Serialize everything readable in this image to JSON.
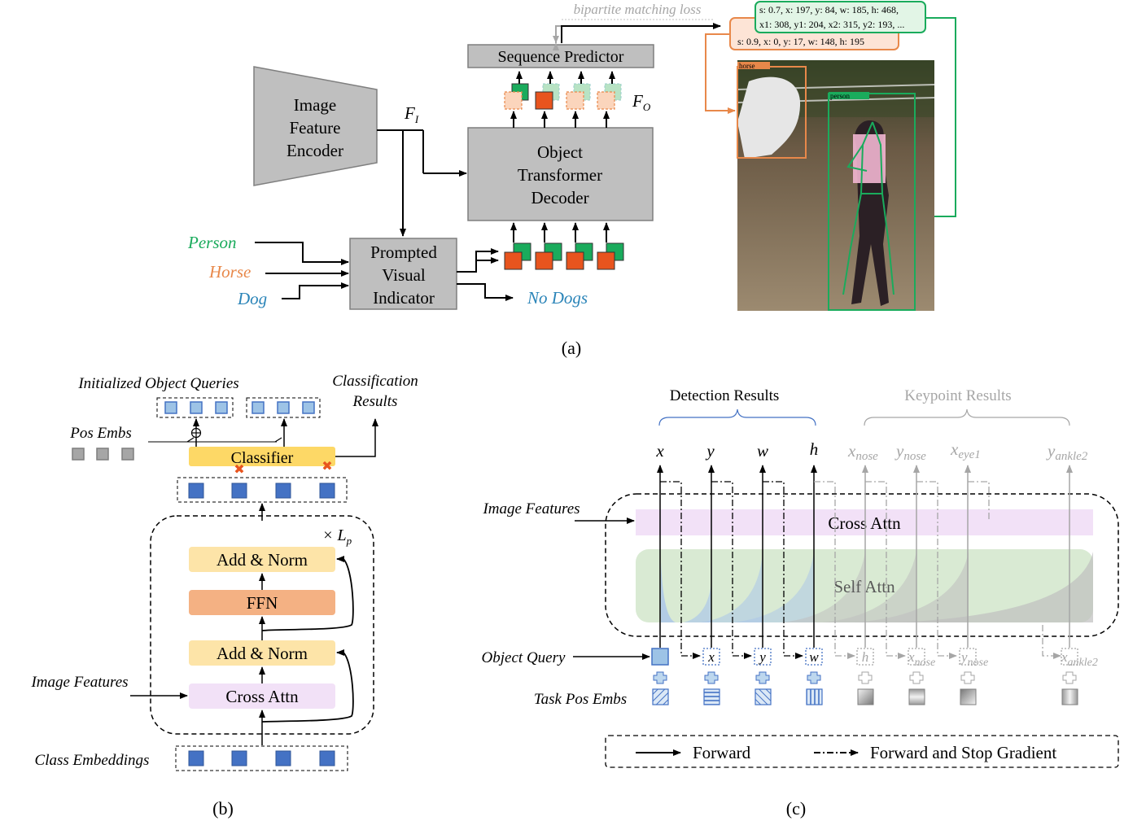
{
  "panel_a": {
    "caption": "(a)",
    "image_feature_encoder": [
      "Image",
      "Feature",
      "Encoder"
    ],
    "f_i": {
      "base": "F",
      "sub": "I"
    },
    "f_o": {
      "base": "F",
      "sub": "O"
    },
    "sequence_predictor": "Sequence Predictor",
    "bipartite_matching_loss": "bipartite matching loss",
    "object_transformer_decoder": [
      "Object",
      "Transformer",
      "Decoder"
    ],
    "prompted_visual_indicator": [
      "Prompted",
      "Visual",
      "Indicator"
    ],
    "prompts": [
      {
        "label": "Person",
        "color": "#1aab5c"
      },
      {
        "label": "Horse",
        "color": "#e8884a"
      },
      {
        "label": "Dog",
        "color": "#2a84b8"
      }
    ],
    "no_dogs": "No Dogs",
    "result_green": {
      "line1": "s: 0.7, x: 197, y: 84, w: 185, h: 468,",
      "line2": "x1: 308, y1: 204, x2: 315, y2: 193, ..."
    },
    "result_orange": "s: 0.9, x: 0, y: 17, w: 148, h: 195",
    "photo_labels": {
      "horse": "horse",
      "person": "person"
    }
  },
  "panel_b": {
    "caption": "(b)",
    "initialized_object_queries": "Initialized Object Queries",
    "classification_results": [
      "Classification",
      "Results"
    ],
    "pos_embs": "Pos Embs",
    "classifier": "Classifier",
    "repeat": {
      "base": "× L",
      "sub": "p"
    },
    "add_norm_top": "Add & Norm",
    "ffn": "FFN",
    "add_norm_bottom": "Add & Norm",
    "cross_attn": "Cross Attn",
    "image_features": "Image Features",
    "class_embeddings": "Class Embeddings"
  },
  "panel_c": {
    "caption": "(c)",
    "detection_results": "Detection Results",
    "keypoint_results": "Keypoint Results",
    "outputs_detection": [
      "x",
      "y",
      "w",
      "h"
    ],
    "outputs_keypoint": [
      {
        "base": "x",
        "sub": "nose"
      },
      {
        "base": "y",
        "sub": "nose"
      },
      {
        "base": "x",
        "sub": "eye1"
      },
      {
        "base": "y",
        "sub": "ankle2"
      }
    ],
    "image_features": "Image Features",
    "cross_attn": "Cross Attn",
    "self_attn": "Self Attn",
    "object_query": "Object Query",
    "task_pos_embs": "Task Pos Embs",
    "inputs": [
      {
        "base": "x",
        "sub": ""
      },
      {
        "base": "y",
        "sub": ""
      },
      {
        "base": "w",
        "sub": ""
      },
      {
        "base": "h",
        "sub": ""
      },
      {
        "base": "x",
        "sub": "nose"
      },
      {
        "base": "y",
        "sub": "nose"
      },
      {
        "base": "x",
        "sub": "ankle2"
      }
    ],
    "legend_forward": "Forward",
    "legend_stop_gradient": "Forward and Stop Gradient"
  },
  "colors": {
    "gray_box": "#bfbfbf",
    "green": "#1aab5c",
    "orange": "#e8884a",
    "red_square": "#e8541e",
    "blue_square": "#4472c4",
    "light_blue": "#9dc3e6",
    "classifier_yellow": "#fdd866",
    "add_norm": "#fde4a8",
    "ffn": "#f4b183",
    "cross_attn": "#f2e1f7",
    "self_attn": "#d9ead3",
    "no_dogs_blue": "#2a84b8"
  }
}
